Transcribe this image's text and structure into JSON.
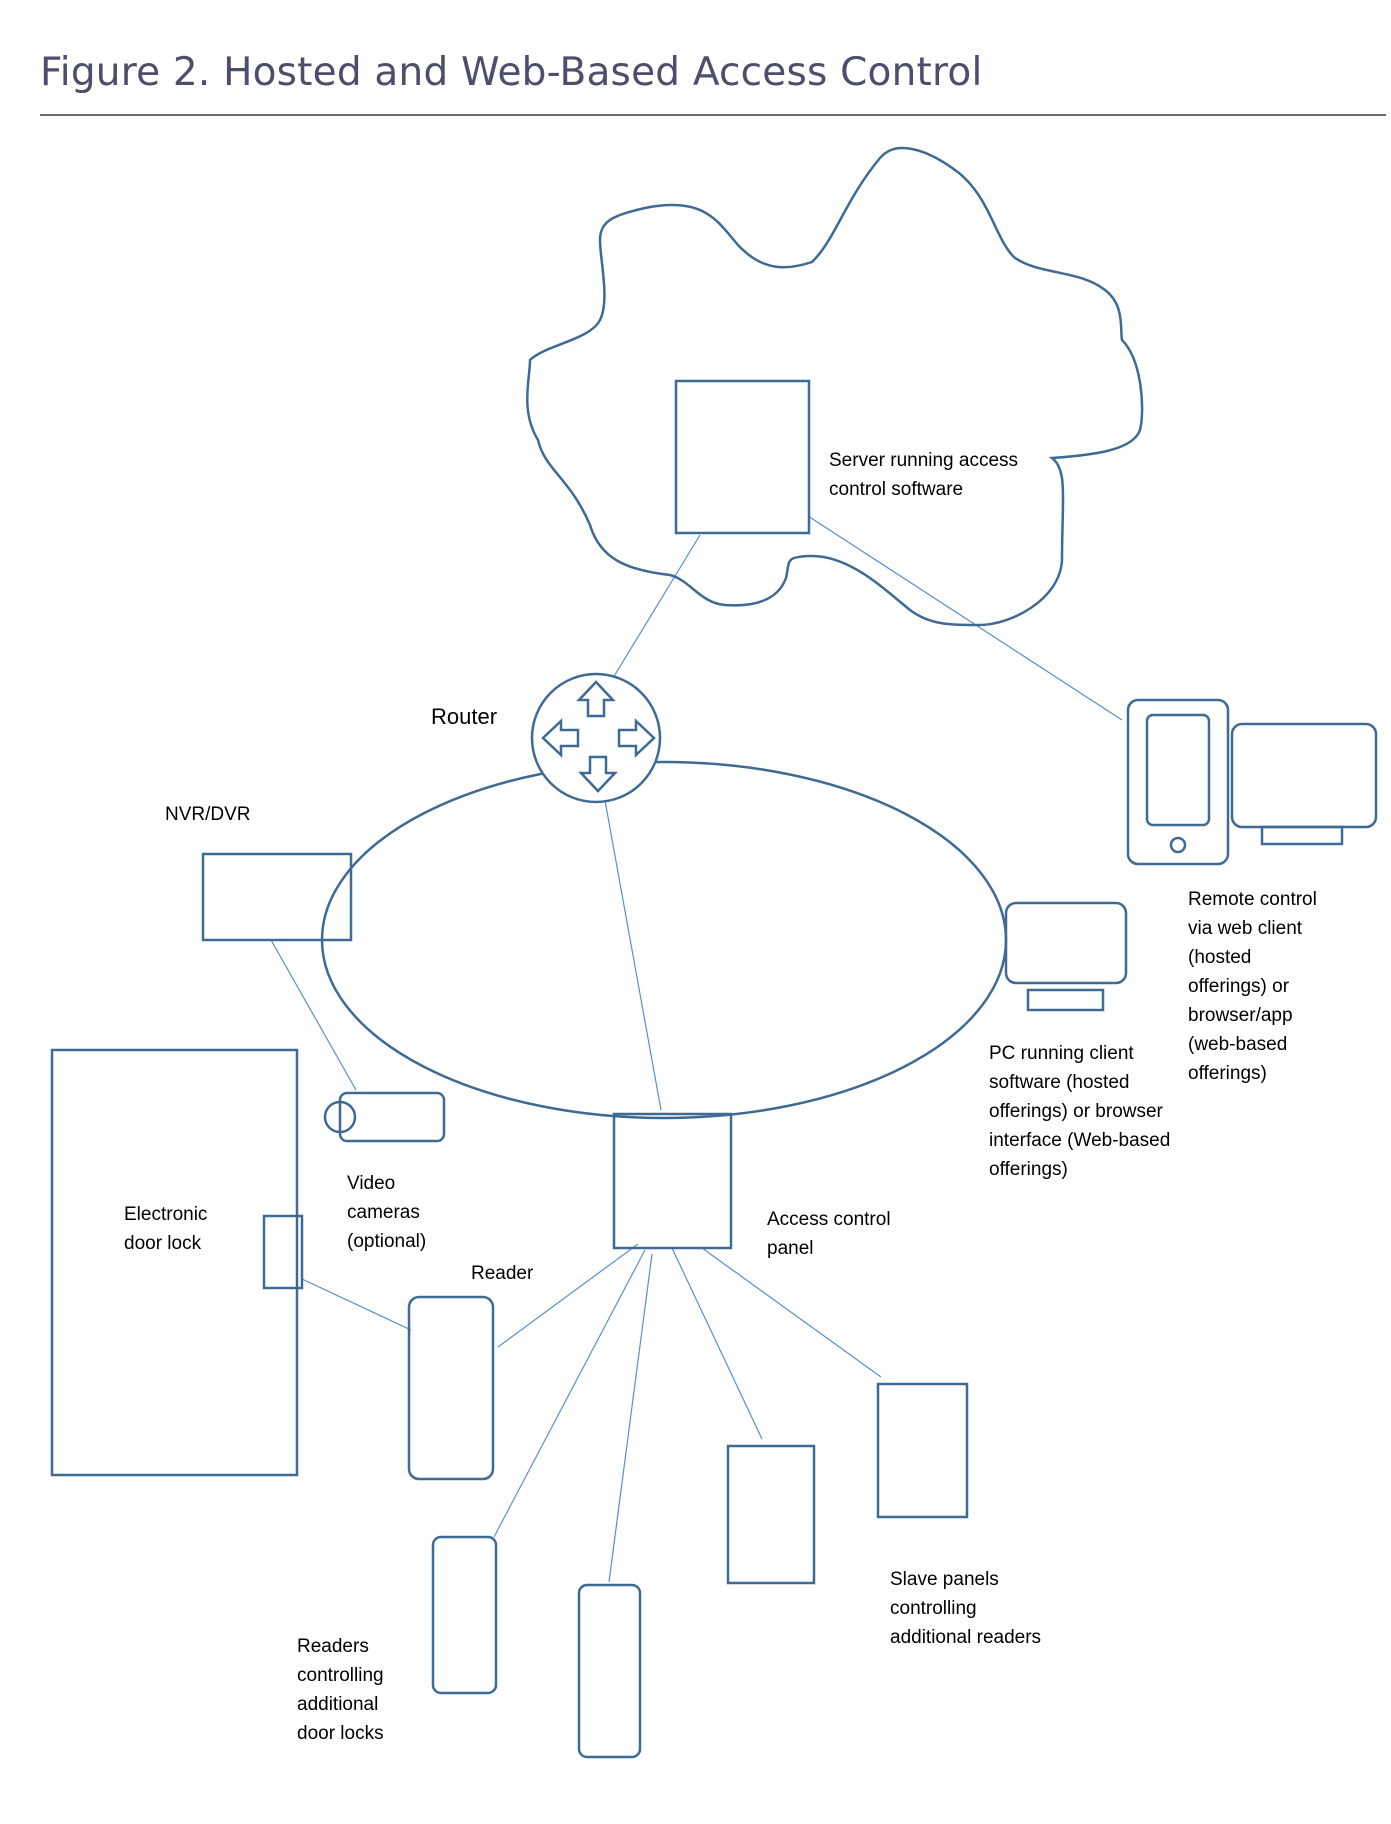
{
  "title": "Figure 2. Hosted and Web-Based Access Control",
  "colors": {
    "title": "#4d4d6c",
    "outline": "#3f6a94",
    "link": "#5b8fc9",
    "rule": "#6b6b6b"
  },
  "labels": {
    "server": "Server running access\ncontrol software",
    "router": "Router",
    "nvr": "NVR/DVR",
    "remote": "Remote control\nvia web client\n(hosted\nofferings) or\nbrowser/app\n(web-based\nofferings)",
    "pc": "PC running client\nsoftware (hosted\nofferings) or browser\ninterface (Web-based\nofferings)",
    "door_lock": "Electronic\ndoor lock",
    "video": "Video\ncameras\n(optional)",
    "panel": "Access control\npanel",
    "reader": "Reader",
    "readers": "Readers\ncontrolling\nadditional\ndoor locks",
    "slaves": "Slave panels\ncontrolling\nadditional readers"
  }
}
